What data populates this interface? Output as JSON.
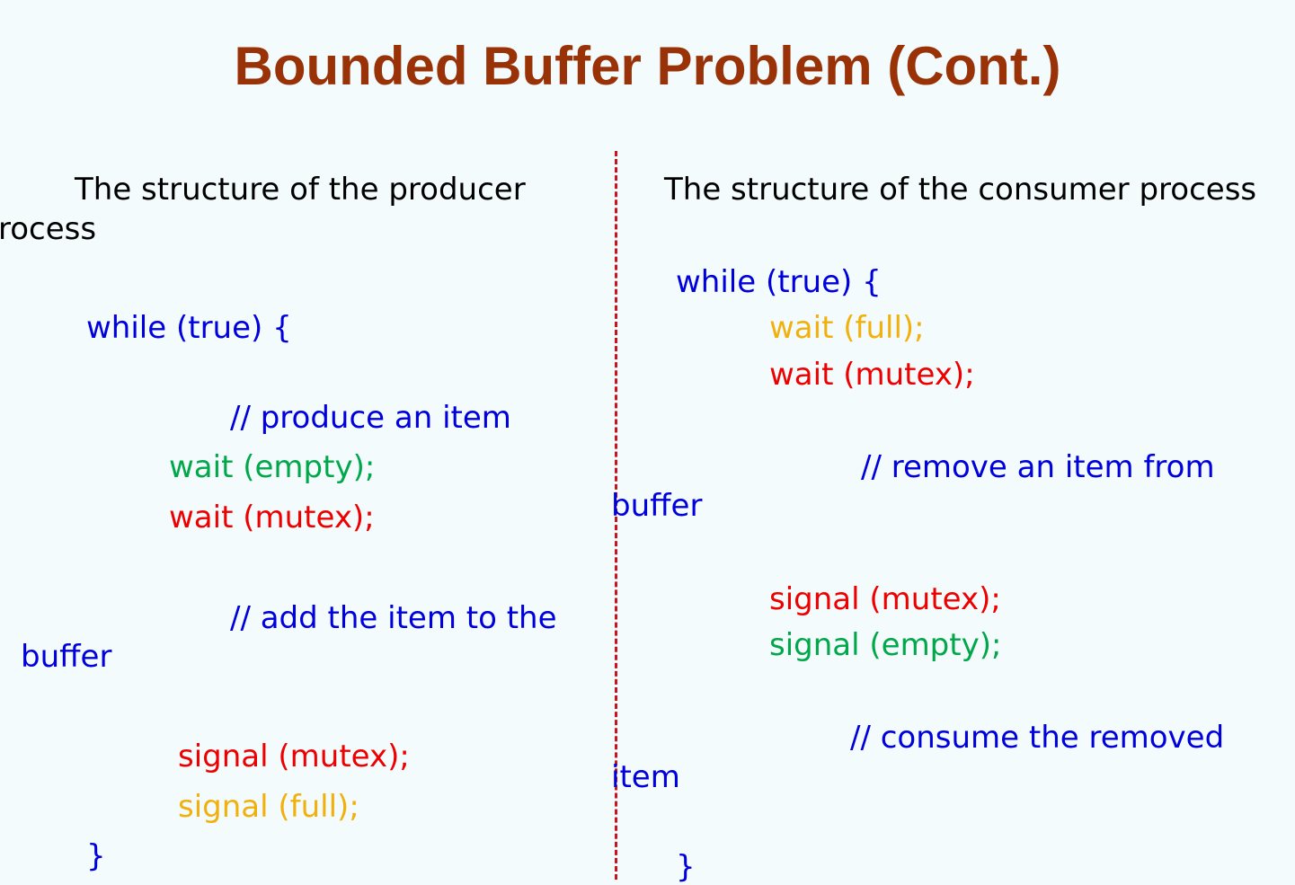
{
  "slide": {
    "title": "Bounded Buffer Problem (Cont.)"
  },
  "producer": {
    "heading_line1": "The structure of the producer",
    "heading_line2": "rocess",
    "loop_start": "while (true)  {",
    "comment_produce": "//   produce an item",
    "wait_empty": "wait (empty);",
    "wait_mutex": "wait (mutex);",
    "comment_add_line1": "//  add the item to the",
    "comment_add_line2": "buffer",
    "signal_mutex": "signal (mutex);",
    "signal_full": "signal (full);",
    "loop_end": "}"
  },
  "consumer": {
    "heading": "The structure of the consumer process",
    "loop_start": "while (true) {",
    "wait_full": "wait (full);",
    "wait_mutex": "wait (mutex);",
    "comment_remove_line1": "//  remove an item from",
    "comment_remove_line2": "buffer",
    "signal_mutex": "signal (mutex);",
    "signal_empty": "signal (empty);",
    "comment_consume_line1": "//  consume the removed",
    "comment_consume_line2": "item",
    "loop_end": "}"
  },
  "colors": {
    "title": "#9a3208",
    "background": "#f3fbfd",
    "divider": "#c8141e",
    "code_blue": "#0000dd",
    "green": "#00a84a",
    "red": "#ee0000",
    "amber": "#f2b00c"
  }
}
